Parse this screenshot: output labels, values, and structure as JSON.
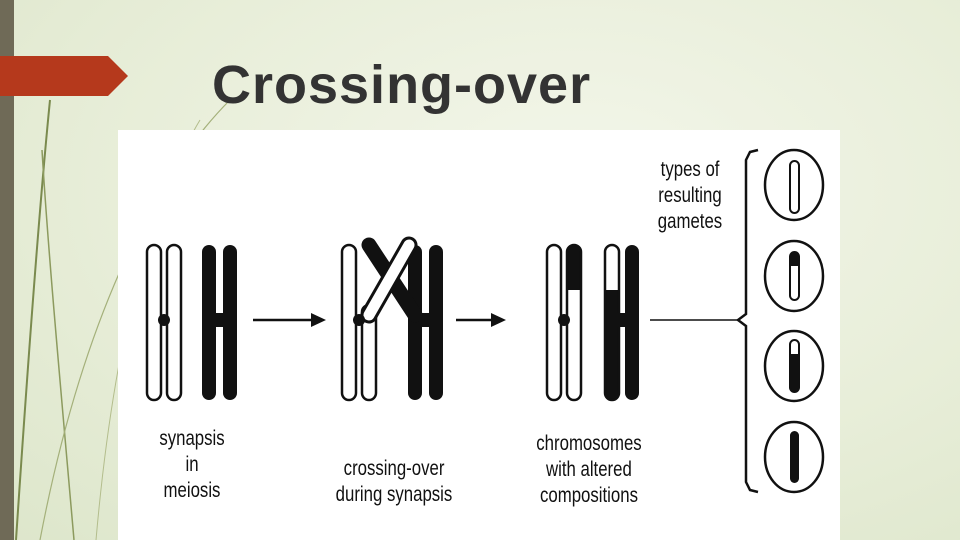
{
  "slide": {
    "title": "Crossing-over"
  },
  "colors": {
    "background": "#e8eed9",
    "accent_bar": "#6f6a57",
    "accent_tab": "#b5391c",
    "title_text": "#333333",
    "ink": "#111111"
  },
  "diagram": {
    "labels": {
      "stage1": [
        "synapsis",
        "in",
        "meiosis"
      ],
      "stage2": [
        "crossing-over",
        "during synapsis"
      ],
      "stage3": [
        "chromosomes",
        "with altered",
        "compositions"
      ],
      "gametes": [
        "types of",
        "resulting",
        "gametes"
      ]
    },
    "gamete_types": [
      "all white",
      "white with dark tip",
      "dark with white tip",
      "all dark"
    ]
  }
}
